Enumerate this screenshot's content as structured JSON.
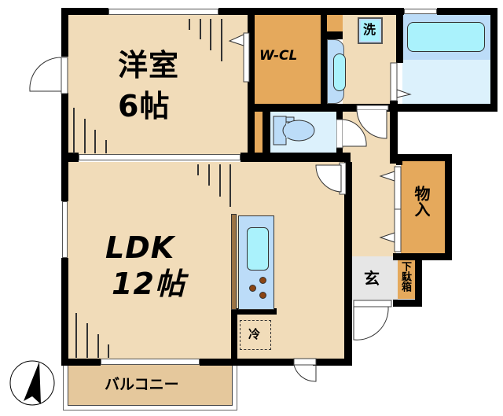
{
  "floor_plan": {
    "rooms": {
      "western_room": {
        "name": "洋室",
        "size": "6帖"
      },
      "ldk": {
        "name": "LDK",
        "size": "12帖"
      },
      "walk_in_closet": {
        "name": "W-CL"
      },
      "washer": {
        "name": "洗"
      },
      "storage": {
        "name": "物入"
      },
      "entrance": {
        "name": "玄"
      },
      "shoe_box": {
        "name": "下駄箱"
      },
      "refrigerator": {
        "name": "冷"
      },
      "balcony": {
        "name": "バルコニー"
      }
    },
    "compass": {
      "direction": "north-arrow"
    },
    "colors": {
      "floor": "#f1dcb9",
      "closet": "#e5a95c",
      "wet_area": "#dcf1fc",
      "fixture": "#bcdcf8",
      "water": "#aaf2fc",
      "entrance": "#e6e6e6",
      "balcony": "#e5c89c",
      "wall": "#000000"
    }
  }
}
